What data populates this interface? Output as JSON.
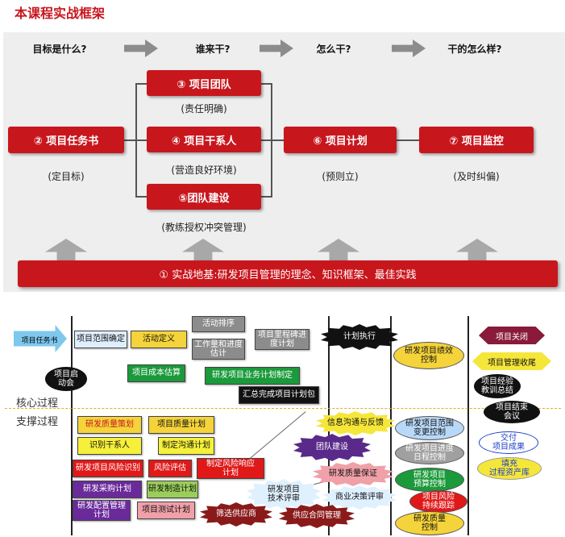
{
  "title": "本课程实战框架",
  "steps": [
    "目标是什么?",
    "谁来干?",
    "怎么干?",
    "干的怎么样?"
  ],
  "boxes": {
    "charter": "② 项目任务书",
    "team": "③ 项目团队",
    "stakeholders": "④ 项目干系人",
    "teambuild": "⑤团队建设",
    "plan": "⑥ 项目计划",
    "monitor": "⑦ 项目监控"
  },
  "captions": {
    "charter": "(定目标)",
    "team": "(责任明确)",
    "stakeholders": "(营造良好环境)",
    "teambuild": "(教练授权冲突管理)",
    "plan": "(预则立)",
    "monitor": "(及时纠偏)"
  },
  "foundation": "① 实战地基:研发项目管理的理念、知识框架、最佳实践",
  "process_labels": {
    "core": "核心过程",
    "support": "支撑过程"
  },
  "lower": {
    "charter_arrow": "项目任务书",
    "kickoff": "项目启\n动会",
    "scope": "项目范围确定",
    "activity_def": "活动定义",
    "activity_seq": "活动排序",
    "effort_est": "工作量和进度\n估计",
    "milestone": "项目里程碑进\n度计划",
    "cost_est": "项目成本估算",
    "business_plan": "研发项目业务计划制定",
    "summary_plan": "汇总完成项目计划包",
    "exec": "计划执行",
    "perf": "研发项目绩效\n控制",
    "close": "项目关闭",
    "accept": "项目管理收尾",
    "lessons": "项目经验\n教训总结",
    "end_meeting": "项目结束\n会议",
    "deliver": "交付\n项目成果",
    "assets": "填充\n过程资产库",
    "qa_plan_dev": "研发质量策划",
    "quality_plan": "项目质量计划",
    "identify_sh": "识别干系人",
    "comm_plan": "制定沟通计划",
    "risk_id": "研发项目风险识别",
    "risk_assess": "风险评估",
    "risk_response": "制定风险响应\n计划",
    "procure_plan": "研发采购计划",
    "mfg_plan": "研发制造计划",
    "config_plan": "研发配置管理\n计划",
    "test_plan": "项目测试计划",
    "info_comm": "信息沟通与反馈",
    "team_build": "团队建设",
    "qa_assure": "研发质量保证",
    "tech_review": "研发项目\n技术评审",
    "biz_review": "商业决策评审",
    "select_vendor": "筛选供应商",
    "contract": "供应合同管理",
    "scope_change": "研发项目范围\n变更控制",
    "schedule_ctrl": "研发项目进度\n日程控制",
    "budget_ctrl": "研发项目\n预算控制",
    "risk_track": "项目风险\n持续跟踪",
    "quality_ctrl": "研发质量\n控制"
  }
}
